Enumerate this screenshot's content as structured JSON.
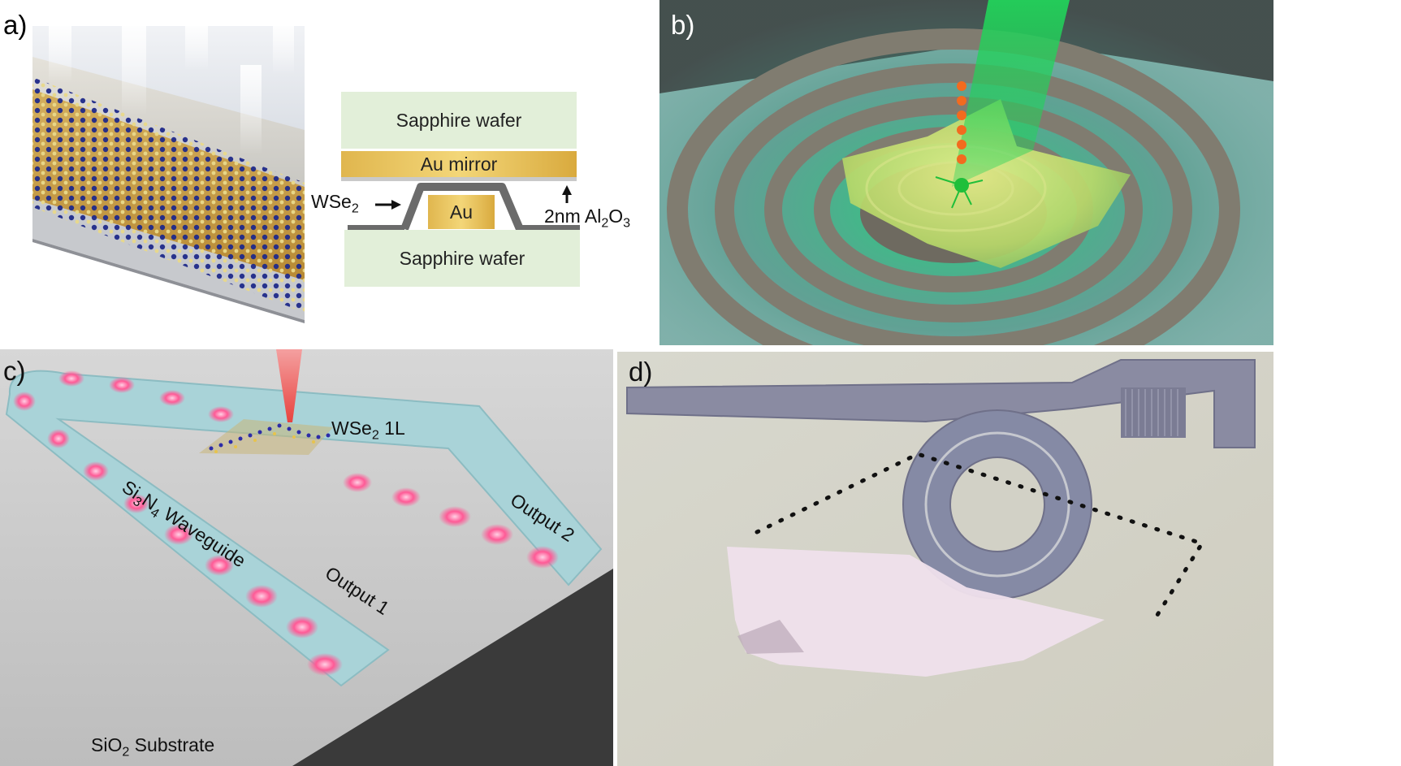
{
  "panel_a": {
    "label": "a)",
    "sapphire_top": "Sapphire wafer",
    "au_mirror": "Au mirror",
    "au": "Au",
    "sapphire_bottom": "Sapphire wafer",
    "wse2_base": "WSe",
    "wse2_sub": "2",
    "al_prefix": "2nm Al",
    "al_sub": "2",
    "al_mid": "O",
    "al_sub2": "3"
  },
  "panel_b": {
    "label": "b)"
  },
  "panel_c": {
    "label": "c)",
    "wse2_base": "WSe",
    "wse2_sub": "2",
    "wse2_suffix": " 1L",
    "wg_si": "Si",
    "wg_sub1": "3",
    "wg_n": "N",
    "wg_sub2": "4",
    "wg_rest": " Waveguide",
    "output1": "Output 1",
    "output2": "Output 2",
    "sub_base": "SiO",
    "sub_sub": "2",
    "sub_rest": " Substrate"
  },
  "panel_d": {
    "label": "d)"
  },
  "colors": {
    "sapphire": "#e2efd9",
    "gold": "#e8c25a",
    "wse2_gray": "#6b6b6b",
    "laser_green": "#3ccf6a",
    "laser_red": "#f05a5a",
    "waveguide": "#a9d3d8",
    "mode_pink": "#ff4f8a",
    "dark_substrate": "#3a3a3a"
  }
}
